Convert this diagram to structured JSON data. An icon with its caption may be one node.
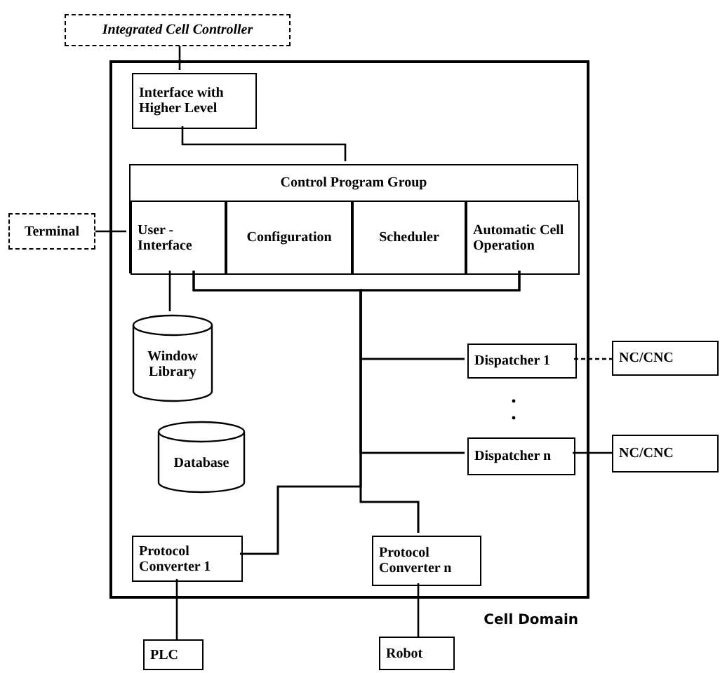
{
  "diagram": {
    "nodes": [
      {
        "text": [
          "Integrated Cell Controller"
        ]
      },
      {
        "text": [
          "Cell Domain"
        ]
      },
      {
        "text": [
          "Interface with Higher Level"
        ],
        "in": 1
      },
      {
        "text": [
          "Control Program Group"
        ],
        "in": 1
      },
      {
        "text": [
          "User - Interface"
        ],
        "in": 3
      },
      {
        "text": [
          "Configuration"
        ],
        "in": 3
      },
      {
        "text": [
          "Scheduler"
        ],
        "in": 3
      },
      {
        "text": [
          "Automatic Cell Operation"
        ],
        "in": 3
      },
      {
        "text": [
          "Terminal"
        ]
      },
      {
        "text": [
          "Window Library"
        ],
        "in": 1
      },
      {
        "text": [
          "Database"
        ],
        "in": 1
      },
      {
        "text": [
          "Dispatcher 1"
        ],
        "in": 1
      },
      {
        "text": [
          "NC/CNC"
        ]
      },
      {
        "text": [
          "Dispatcher n"
        ],
        "in": 1
      },
      {
        "text": [
          "NC/CNC"
        ]
      },
      {
        "text": [
          "Protocol Converter 1"
        ],
        "in": 1
      },
      {
        "text": [
          "Protocol Converter n"
        ],
        "in": 1
      },
      {
        "text": [
          "PLC"
        ]
      },
      {
        "text": [
          "Robot"
        ]
      }
    ],
    "edges": [
      {
        "from": 0,
        "to": 2,
        "arrow": "none"
      },
      {
        "from": 2,
        "to": 3,
        "arrow": "none"
      },
      {
        "from": 8,
        "to": 4,
        "arrow": "none"
      },
      {
        "from": 4,
        "to": 9,
        "arrow": "none"
      },
      {
        "from": 4,
        "to": 11,
        "arrow": "none"
      },
      {
        "from": 4,
        "to": 13,
        "arrow": "none"
      },
      {
        "from": 4,
        "to": 15,
        "arrow": "none"
      },
      {
        "from": 4,
        "to": 16,
        "arrow": "none"
      },
      {
        "from": 7,
        "to": 11,
        "arrow": "none"
      },
      {
        "from": 7,
        "to": 13,
        "arrow": "none"
      },
      {
        "from": 7,
        "to": 15,
        "arrow": "none"
      },
      {
        "from": 7,
        "to": 16,
        "arrow": "none"
      },
      {
        "from": 11,
        "to": 12,
        "arrow": "none",
        "style": "dashed"
      },
      {
        "from": 13,
        "to": 14,
        "arrow": "none"
      },
      {
        "from": 15,
        "to": 17,
        "arrow": "none"
      },
      {
        "from": 16,
        "to": 18,
        "arrow": "none"
      }
    ]
  }
}
